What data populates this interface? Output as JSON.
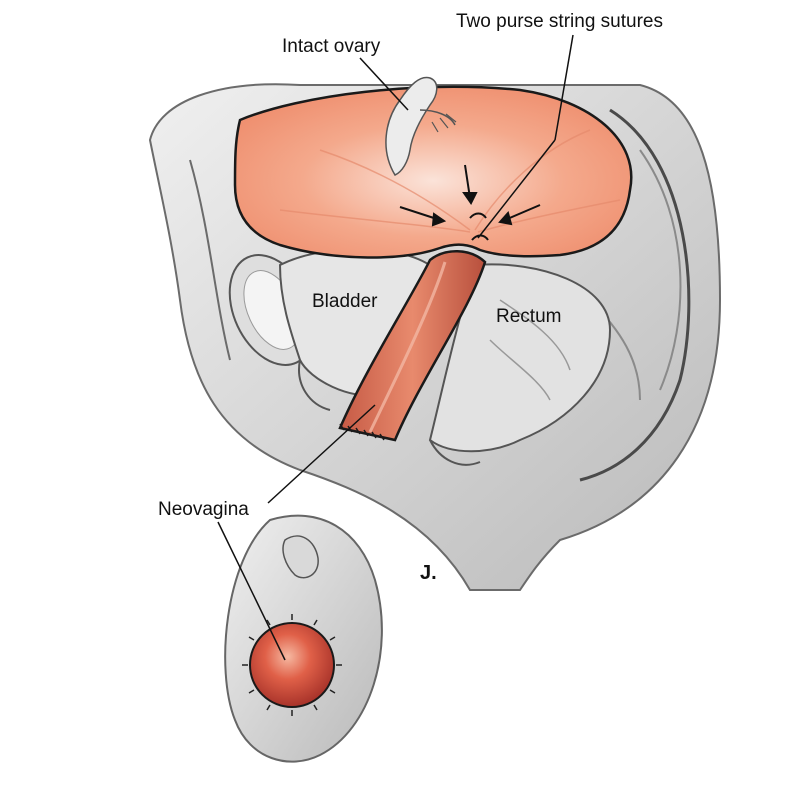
{
  "labels": {
    "intact_ovary": "Intact ovary",
    "purse_string": "Two purse string sutures",
    "bladder": "Bladder",
    "rectum": "Rectum",
    "neovagina": "Neovagina",
    "figure": "J."
  },
  "colors": {
    "peritoneum": "#f2a184",
    "neovagina_lumen": "#d9604a",
    "tissue_gray": "#c9c9c9",
    "outline": "#1a1a1a"
  }
}
